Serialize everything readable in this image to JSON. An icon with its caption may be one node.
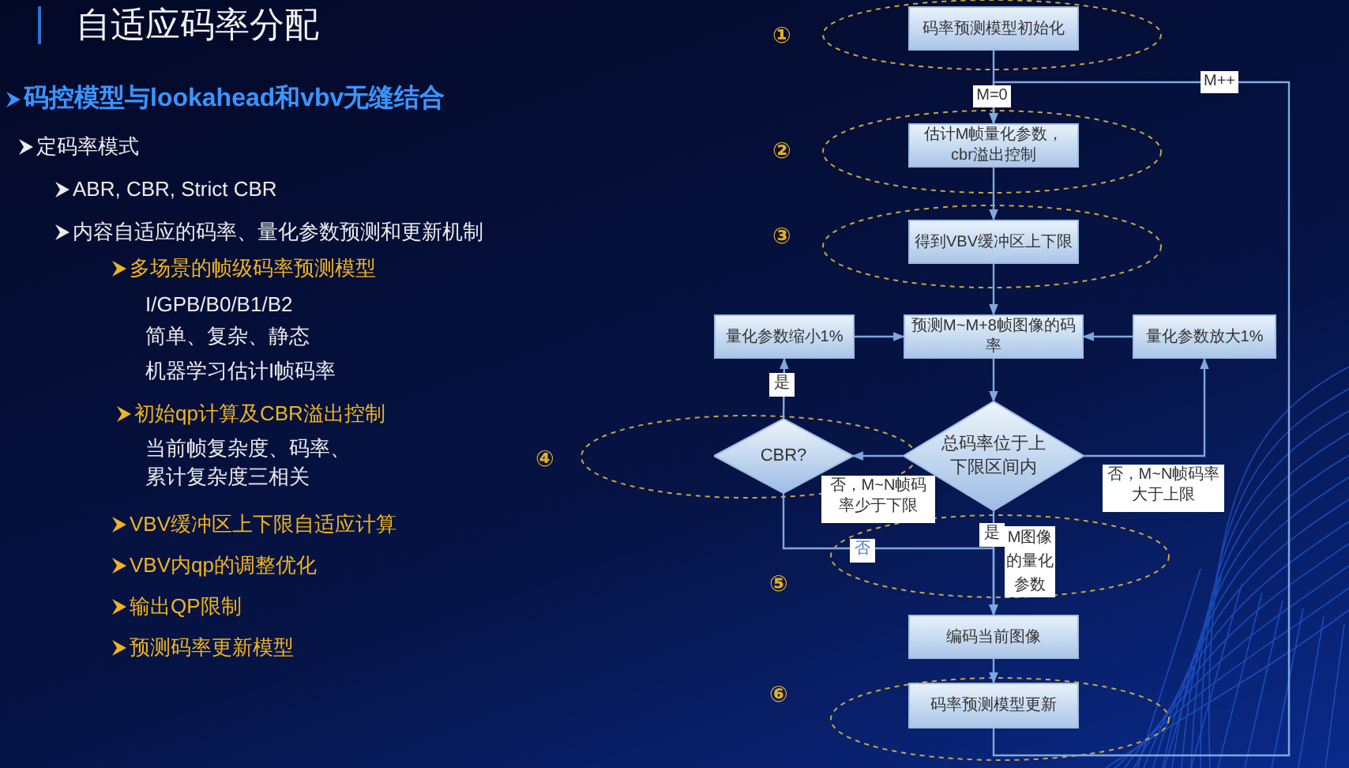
{
  "diagram": {
    "title": "自适应码率分配",
    "nodes": [
      {
        "text": [
          "码率预测模型初始化"
        ]
      },
      {
        "text": [
          "估计M帧量化参数，cbr溢出控制"
        ]
      },
      {
        "text": [
          "得到VBV缓冲区上下限"
        ]
      },
      {
        "text": [
          "预测M~M+8帧图像的码率"
        ]
      },
      {
        "text": [
          "量化参数缩小1%"
        ]
      },
      {
        "text": [
          "量化参数放大1%"
        ]
      },
      {
        "text": [
          "CBR?"
        ]
      },
      {
        "text": [
          "总码率位于上下限区间内"
        ]
      },
      {
        "text": [
          "编码当前图像"
        ]
      },
      {
        "text": [
          "码率预测模型更新"
        ]
      }
    ],
    "edges": [
      {
        "from": 0,
        "to": 1,
        "arrow": "to",
        "label": "M=0"
      },
      {
        "from": 1,
        "to": 2,
        "arrow": "to"
      },
      {
        "from": 2,
        "to": 3,
        "arrow": "to"
      },
      {
        "from": 3,
        "to": 7,
        "arrow": "to"
      },
      {
        "from": 4,
        "to": 3,
        "arrow": "to"
      },
      {
        "from": 5,
        "to": 3,
        "arrow": "to"
      },
      {
        "from": 7,
        "to": 6,
        "arrow": "to",
        "label": "否，M~N帧码率少于下限"
      },
      {
        "from": 7,
        "to": 5,
        "arrow": "to",
        "label": "否，M~N帧码率大于上限"
      },
      {
        "from": 6,
        "to": 4,
        "arrow": "to",
        "label": "是"
      },
      {
        "from": 6,
        "to": 8,
        "arrow": "to",
        "label": "否"
      },
      {
        "from": 7,
        "to": 8,
        "arrow": "to",
        "label": "是"
      },
      {
        "from": 8,
        "to": 9,
        "arrow": "to"
      },
      {
        "from": 9,
        "to": 1,
        "arrow": "to",
        "label": "M++"
      }
    ],
    "labels": [
      "码控模型与lookahead和vbv无缝结合",
      "定码率模式",
      "ABR, CBR, Strict CBR",
      "内容自适应的码率、量化参数预测和更新机制",
      "多场景的帧级码率预测模型",
      "I/GPB/B0/B1/B2",
      "简单、复杂、静态",
      "机器学习估计I帧码率",
      "初始qp计算及CBR溢出控制",
      "当前帧复杂度、码率、累计复杂度三相关",
      "VBV缓冲区上下限自适应计算",
      "VBV内qp的调整优化",
      "输出QP限制",
      "预测码率更新模型",
      "①",
      "②",
      "③",
      "④",
      "M图像的量化参数",
      "⑤",
      "⑥"
    ]
  }
}
